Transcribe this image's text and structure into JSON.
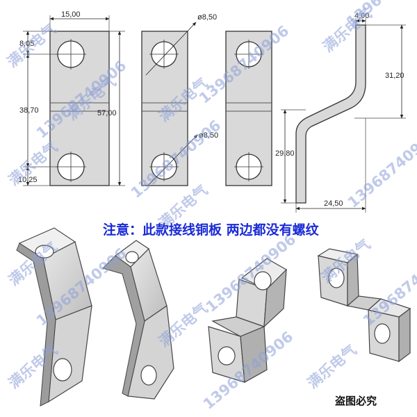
{
  "dimensions": {
    "width_top": "15,00",
    "hole_offset_top": "8,05",
    "hole_spacing": "38,70",
    "total_length": "57,00",
    "hole_offset_bottom": "10,25",
    "hole_diameter_top": "ø8,50",
    "hole_diameter_bottom": "ø8,50",
    "thickness": "4,00",
    "upper_height": "31,20",
    "lower_height": "29,80",
    "offset_width": "24,50"
  },
  "notice": "注意：此款接线铜板 两边都没有螺纹",
  "copyright": "盗图必究",
  "watermark": {
    "shop": "满乐电气",
    "phone": "13968740906"
  },
  "colors": {
    "part_fill": "#d9d9d9",
    "part_stroke": "#333333",
    "notice": "#1a2bd6",
    "watermark": "#8da0d8"
  }
}
